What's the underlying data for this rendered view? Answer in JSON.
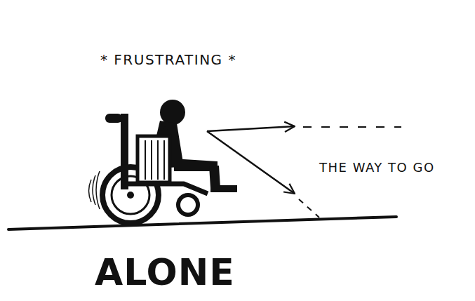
{
  "diagram": {
    "labels": [
      "* FRUSTRATING *",
      "THE WAY TO GO",
      "ALONE"
    ]
  }
}
